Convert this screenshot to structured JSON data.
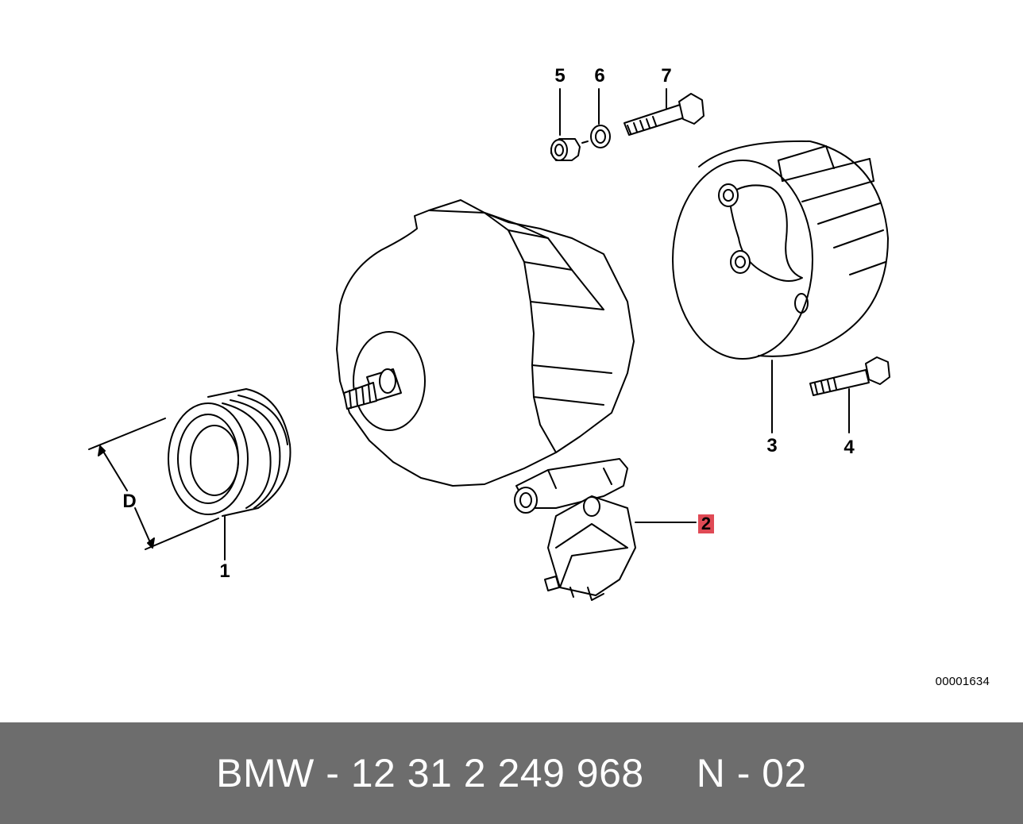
{
  "diagram": {
    "callouts": {
      "c1": "1",
      "c2": "2",
      "c3": "3",
      "c4": "4",
      "c5": "5",
      "c6": "6",
      "c7": "7",
      "dimension": "D"
    },
    "highlight_color": "#e04a55",
    "reference_code": "00001634"
  },
  "footer": {
    "part_number": "BMW - 12 31 2 249 968",
    "position": "N - 02",
    "background": "#6d6d6d"
  }
}
